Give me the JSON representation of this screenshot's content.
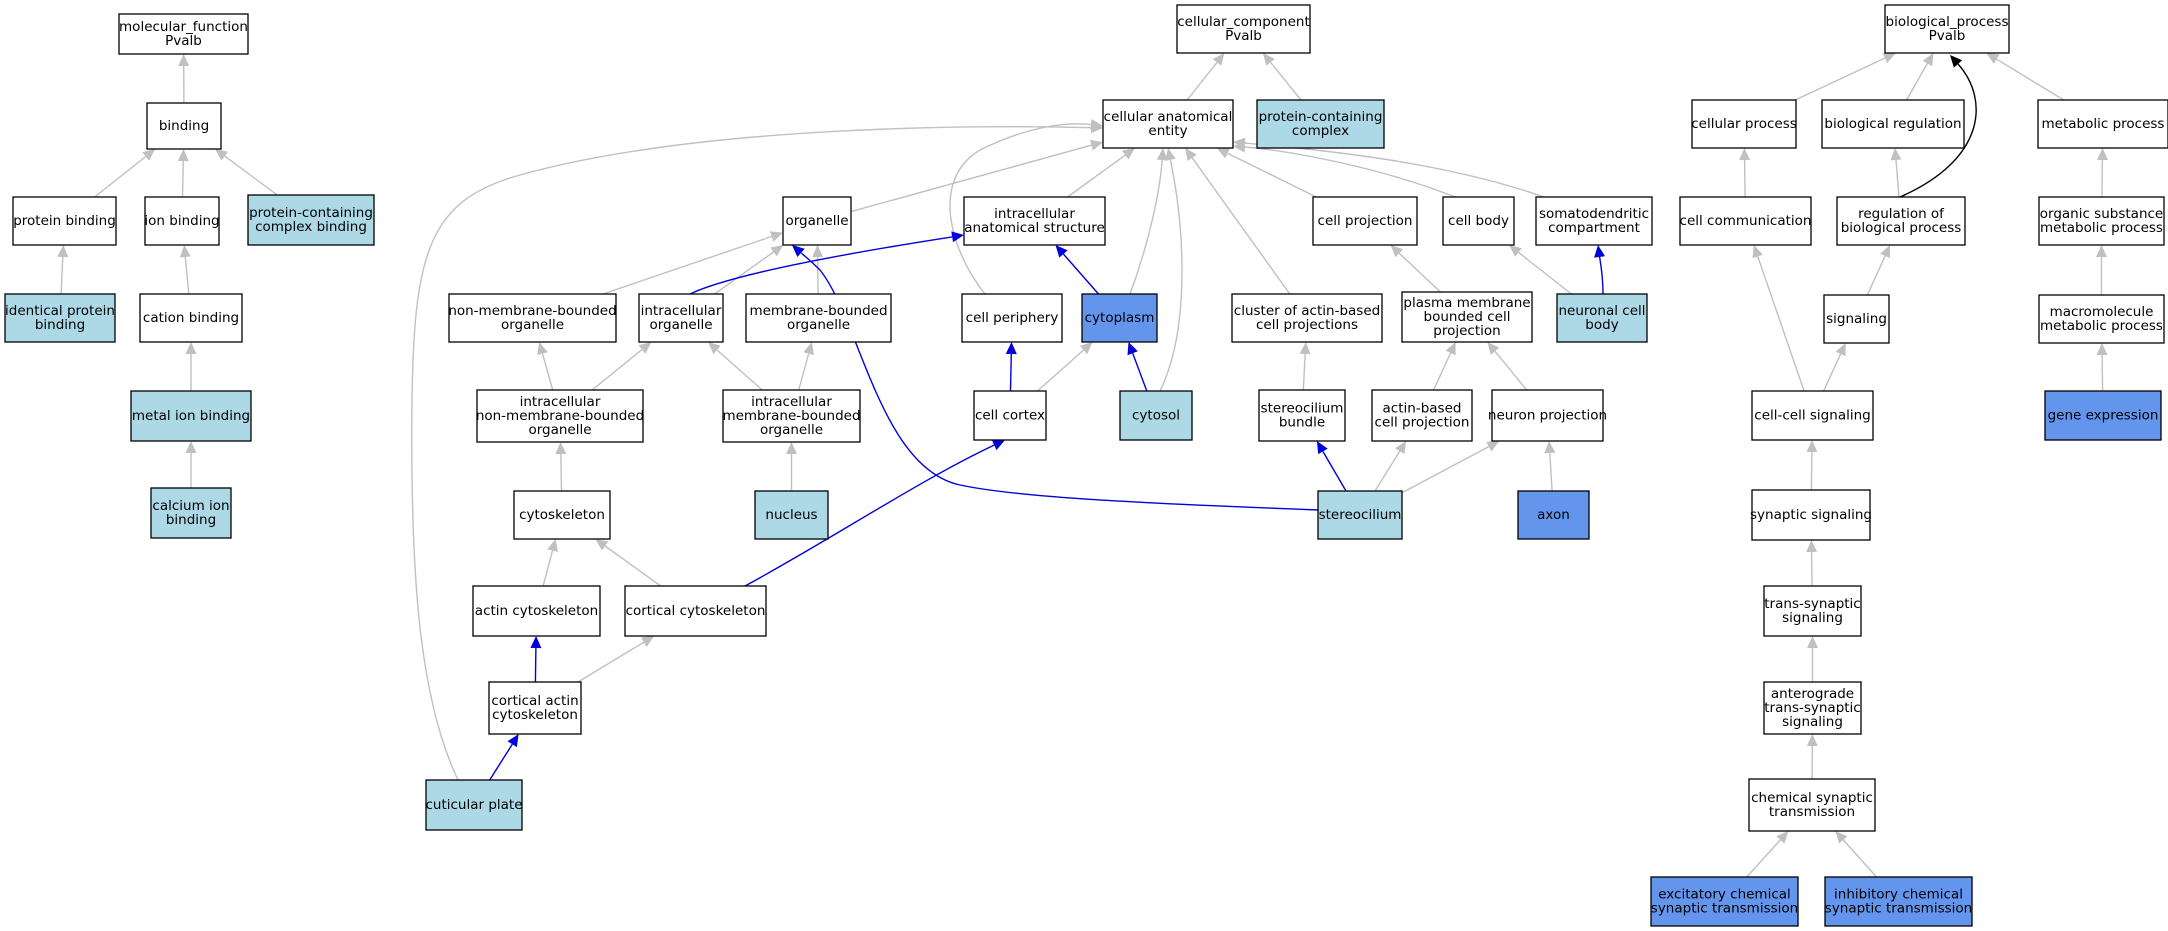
{
  "colors": {
    "plain": "#ffffff",
    "light": "#add8e6",
    "dark": "#6495ed",
    "edge_gray": "#c0c0c0",
    "edge_blue": "#0000dd",
    "edge_black": "#000000"
  },
  "nodes": [
    {
      "id": "mf",
      "lines": [
        "molecular_function",
        "Pvalb"
      ],
      "fill": "plain"
    },
    {
      "id": "binding",
      "lines": [
        "binding"
      ],
      "fill": "plain"
    },
    {
      "id": "protein_binding",
      "lines": [
        "protein binding"
      ],
      "fill": "plain"
    },
    {
      "id": "ion_binding",
      "lines": [
        "ion binding"
      ],
      "fill": "plain"
    },
    {
      "id": "pc_complex_binding",
      "lines": [
        "protein-containing",
        "complex binding"
      ],
      "fill": "light"
    },
    {
      "id": "identical_protein_binding",
      "lines": [
        "identical protein",
        "binding"
      ],
      "fill": "light"
    },
    {
      "id": "cation_binding",
      "lines": [
        "cation binding"
      ],
      "fill": "plain"
    },
    {
      "id": "metal_ion_binding",
      "lines": [
        "metal ion binding"
      ],
      "fill": "light"
    },
    {
      "id": "calcium_ion_binding",
      "lines": [
        "calcium ion",
        "binding"
      ],
      "fill": "light"
    },
    {
      "id": "cc",
      "lines": [
        "cellular_component",
        "Pvalb"
      ],
      "fill": "plain"
    },
    {
      "id": "cae",
      "lines": [
        "cellular anatomical",
        "entity"
      ],
      "fill": "plain"
    },
    {
      "id": "pc_complex",
      "lines": [
        "protein-containing",
        "complex"
      ],
      "fill": "light"
    },
    {
      "id": "organelle",
      "lines": [
        "organelle"
      ],
      "fill": "plain"
    },
    {
      "id": "ias",
      "lines": [
        "intracellular",
        "anatomical structure"
      ],
      "fill": "plain"
    },
    {
      "id": "cell_projection",
      "lines": [
        "cell projection"
      ],
      "fill": "plain"
    },
    {
      "id": "cell_body",
      "lines": [
        "cell body"
      ],
      "fill": "plain"
    },
    {
      "id": "somatodendritic",
      "lines": [
        "somatodendritic",
        "compartment"
      ],
      "fill": "plain"
    },
    {
      "id": "nmbo",
      "lines": [
        "non-membrane-bounded",
        "organelle"
      ],
      "fill": "plain"
    },
    {
      "id": "intra_organelle",
      "lines": [
        "intracellular",
        "organelle"
      ],
      "fill": "plain"
    },
    {
      "id": "mbo",
      "lines": [
        "membrane-bounded",
        "organelle"
      ],
      "fill": "plain"
    },
    {
      "id": "cell_periphery",
      "lines": [
        "cell periphery"
      ],
      "fill": "plain"
    },
    {
      "id": "cytoplasm",
      "lines": [
        "cytoplasm"
      ],
      "fill": "dark"
    },
    {
      "id": "cluster_actin",
      "lines": [
        "cluster of actin-based",
        "cell projections"
      ],
      "fill": "plain"
    },
    {
      "id": "pm_bounded",
      "lines": [
        "plasma membrane",
        "bounded cell",
        "projection"
      ],
      "fill": "plain"
    },
    {
      "id": "neuronal_cell_body",
      "lines": [
        "neuronal cell",
        "body"
      ],
      "fill": "light"
    },
    {
      "id": "inmbo",
      "lines": [
        "intracellular",
        "non-membrane-bounded",
        "organelle"
      ],
      "fill": "plain"
    },
    {
      "id": "imbo",
      "lines": [
        "intracellular",
        "membrane-bounded",
        "organelle"
      ],
      "fill": "plain"
    },
    {
      "id": "cell_cortex",
      "lines": [
        "cell cortex"
      ],
      "fill": "plain"
    },
    {
      "id": "cytosol",
      "lines": [
        "cytosol"
      ],
      "fill": "light"
    },
    {
      "id": "stereocilium_bundle",
      "lines": [
        "stereocilium",
        "bundle"
      ],
      "fill": "plain"
    },
    {
      "id": "actin_cell_projection",
      "lines": [
        "actin-based",
        "cell projection"
      ],
      "fill": "plain"
    },
    {
      "id": "neuron_projection",
      "lines": [
        "neuron projection"
      ],
      "fill": "plain"
    },
    {
      "id": "cytoskeleton",
      "lines": [
        "cytoskeleton"
      ],
      "fill": "plain"
    },
    {
      "id": "nucleus",
      "lines": [
        "nucleus"
      ],
      "fill": "light"
    },
    {
      "id": "stereocilium",
      "lines": [
        "stereocilium"
      ],
      "fill": "light"
    },
    {
      "id": "axon",
      "lines": [
        "axon"
      ],
      "fill": "dark"
    },
    {
      "id": "actin_cytoskeleton",
      "lines": [
        "actin cytoskeleton"
      ],
      "fill": "plain"
    },
    {
      "id": "cortical_cytoskeleton",
      "lines": [
        "cortical cytoskeleton"
      ],
      "fill": "plain"
    },
    {
      "id": "cortical_actin",
      "lines": [
        "cortical actin",
        "cytoskeleton"
      ],
      "fill": "plain"
    },
    {
      "id": "cuticular_plate",
      "lines": [
        "cuticular plate"
      ],
      "fill": "light"
    },
    {
      "id": "bp",
      "lines": [
        "biological_process",
        "Pvalb"
      ],
      "fill": "plain"
    },
    {
      "id": "cellular_process",
      "lines": [
        "cellular process"
      ],
      "fill": "plain"
    },
    {
      "id": "bio_regulation",
      "lines": [
        "biological regulation"
      ],
      "fill": "plain"
    },
    {
      "id": "metabolic_process",
      "lines": [
        "metabolic process"
      ],
      "fill": "plain"
    },
    {
      "id": "cell_communication",
      "lines": [
        "cell communication"
      ],
      "fill": "plain"
    },
    {
      "id": "reg_bio_process",
      "lines": [
        "regulation of",
        "biological process"
      ],
      "fill": "plain"
    },
    {
      "id": "organic_substance",
      "lines": [
        "organic substance",
        "metabolic process"
      ],
      "fill": "plain"
    },
    {
      "id": "signaling",
      "lines": [
        "signaling"
      ],
      "fill": "plain"
    },
    {
      "id": "macromolecule",
      "lines": [
        "macromolecule",
        "metabolic process"
      ],
      "fill": "plain"
    },
    {
      "id": "cell_cell_signaling",
      "lines": [
        "cell-cell signaling"
      ],
      "fill": "plain"
    },
    {
      "id": "gene_expression",
      "lines": [
        "gene expression"
      ],
      "fill": "dark"
    },
    {
      "id": "synaptic_signaling",
      "lines": [
        "synaptic signaling"
      ],
      "fill": "plain"
    },
    {
      "id": "trans_synaptic",
      "lines": [
        "trans-synaptic",
        "signaling"
      ],
      "fill": "plain"
    },
    {
      "id": "anterograde",
      "lines": [
        "anterograde",
        "trans-synaptic",
        "signaling"
      ],
      "fill": "plain"
    },
    {
      "id": "chemical_synaptic",
      "lines": [
        "chemical synaptic",
        "transmission"
      ],
      "fill": "plain"
    },
    {
      "id": "excitatory",
      "lines": [
        "excitatory chemical",
        "synaptic transmission"
      ],
      "fill": "dark"
    },
    {
      "id": "inhibitory",
      "lines": [
        "inhibitory chemical",
        "synaptic transmission"
      ],
      "fill": "dark"
    }
  ],
  "edges": [
    {
      "from": "binding",
      "to": "mf",
      "color": "gray"
    },
    {
      "from": "protein_binding",
      "to": "binding",
      "color": "gray"
    },
    {
      "from": "ion_binding",
      "to": "binding",
      "color": "gray"
    },
    {
      "from": "pc_complex_binding",
      "to": "binding",
      "color": "gray"
    },
    {
      "from": "identical_protein_binding",
      "to": "protein_binding",
      "color": "gray"
    },
    {
      "from": "cation_binding",
      "to": "ion_binding",
      "color": "gray"
    },
    {
      "from": "metal_ion_binding",
      "to": "cation_binding",
      "color": "gray"
    },
    {
      "from": "calcium_ion_binding",
      "to": "metal_ion_binding",
      "color": "gray"
    },
    {
      "from": "cae",
      "to": "cc",
      "color": "gray"
    },
    {
      "from": "pc_complex",
      "to": "cc",
      "color": "gray"
    },
    {
      "from": "organelle",
      "to": "cae",
      "color": "gray"
    },
    {
      "from": "ias",
      "to": "cae",
      "color": "gray"
    },
    {
      "from": "cell_projection",
      "to": "cae",
      "color": "gray"
    },
    {
      "from": "cell_body",
      "to": "cae",
      "color": "gray"
    },
    {
      "from": "somatodendritic",
      "to": "cae",
      "color": "gray"
    },
    {
      "from": "cell_periphery",
      "to": "cae",
      "color": "gray"
    },
    {
      "from": "cytoplasm",
      "to": "cae",
      "color": "gray"
    },
    {
      "from": "cytosol",
      "to": "cae",
      "color": "gray"
    },
    {
      "from": "cluster_actin",
      "to": "cae",
      "color": "gray"
    },
    {
      "from": "cuticular_plate",
      "to": "cae",
      "color": "gray"
    },
    {
      "from": "nmbo",
      "to": "organelle",
      "color": "gray"
    },
    {
      "from": "intra_organelle",
      "to": "organelle",
      "color": "gray"
    },
    {
      "from": "mbo",
      "to": "organelle",
      "color": "gray"
    },
    {
      "from": "intra_organelle",
      "to": "ias",
      "color": "blue"
    },
    {
      "from": "cytoplasm",
      "to": "ias",
      "color": "blue"
    },
    {
      "from": "pm_bounded",
      "to": "cell_projection",
      "color": "gray"
    },
    {
      "from": "neuronal_cell_body",
      "to": "cell_body",
      "color": "gray"
    },
    {
      "from": "neuronal_cell_body",
      "to": "somatodendritic",
      "color": "blue"
    },
    {
      "from": "inmbo",
      "to": "nmbo",
      "color": "gray"
    },
    {
      "from": "inmbo",
      "to": "intra_organelle",
      "color": "gray"
    },
    {
      "from": "imbo",
      "to": "intra_organelle",
      "color": "gray"
    },
    {
      "from": "imbo",
      "to": "mbo",
      "color": "gray"
    },
    {
      "from": "cell_cortex",
      "to": "cell_periphery",
      "color": "blue"
    },
    {
      "from": "cell_cortex",
      "to": "cytoplasm",
      "color": "gray"
    },
    {
      "from": "cytosol",
      "to": "cytoplasm",
      "color": "blue"
    },
    {
      "from": "stereocilium_bundle",
      "to": "cluster_actin",
      "color": "gray"
    },
    {
      "from": "actin_cell_projection",
      "to": "pm_bounded",
      "color": "gray"
    },
    {
      "from": "neuron_projection",
      "to": "pm_bounded",
      "color": "gray"
    },
    {
      "from": "cytoskeleton",
      "to": "inmbo",
      "color": "gray"
    },
    {
      "from": "nucleus",
      "to": "imbo",
      "color": "gray"
    },
    {
      "from": "stereocilium",
      "to": "stereocilium_bundle",
      "color": "blue"
    },
    {
      "from": "stereocilium",
      "to": "actin_cell_projection",
      "color": "gray"
    },
    {
      "from": "stereocilium",
      "to": "neuron_projection",
      "color": "gray"
    },
    {
      "from": "stereocilium",
      "to": "organelle",
      "color": "blue"
    },
    {
      "from": "axon",
      "to": "neuron_projection",
      "color": "gray"
    },
    {
      "from": "actin_cytoskeleton",
      "to": "cytoskeleton",
      "color": "gray"
    },
    {
      "from": "cortical_cytoskeleton",
      "to": "cytoskeleton",
      "color": "gray"
    },
    {
      "from": "cortical_cytoskeleton",
      "to": "cell_cortex",
      "color": "blue"
    },
    {
      "from": "cortical_actin",
      "to": "actin_cytoskeleton",
      "color": "blue"
    },
    {
      "from": "cortical_actin",
      "to": "cortical_cytoskeleton",
      "color": "gray"
    },
    {
      "from": "cuticular_plate",
      "to": "cortical_actin",
      "color": "blue"
    },
    {
      "from": "cellular_process",
      "to": "bp",
      "color": "gray"
    },
    {
      "from": "bio_regulation",
      "to": "bp",
      "color": "gray"
    },
    {
      "from": "metabolic_process",
      "to": "bp",
      "color": "gray"
    },
    {
      "from": "reg_bio_process",
      "to": "bp",
      "color": "black"
    },
    {
      "from": "cell_communication",
      "to": "cellular_process",
      "color": "gray"
    },
    {
      "from": "reg_bio_process",
      "to": "bio_regulation",
      "color": "gray"
    },
    {
      "from": "organic_substance",
      "to": "metabolic_process",
      "color": "gray"
    },
    {
      "from": "signaling",
      "to": "reg_bio_process",
      "color": "gray"
    },
    {
      "from": "macromolecule",
      "to": "organic_substance",
      "color": "gray"
    },
    {
      "from": "cell_cell_signaling",
      "to": "cell_communication",
      "color": "gray"
    },
    {
      "from": "cell_cell_signaling",
      "to": "signaling",
      "color": "gray"
    },
    {
      "from": "gene_expression",
      "to": "macromolecule",
      "color": "gray"
    },
    {
      "from": "synaptic_signaling",
      "to": "cell_cell_signaling",
      "color": "gray"
    },
    {
      "from": "trans_synaptic",
      "to": "synaptic_signaling",
      "color": "gray"
    },
    {
      "from": "anterograde",
      "to": "trans_synaptic",
      "color": "gray"
    },
    {
      "from": "chemical_synaptic",
      "to": "anterograde",
      "color": "gray"
    },
    {
      "from": "excitatory",
      "to": "chemical_synaptic",
      "color": "gray"
    },
    {
      "from": "inhibitory",
      "to": "chemical_synaptic",
      "color": "gray"
    }
  ]
}
